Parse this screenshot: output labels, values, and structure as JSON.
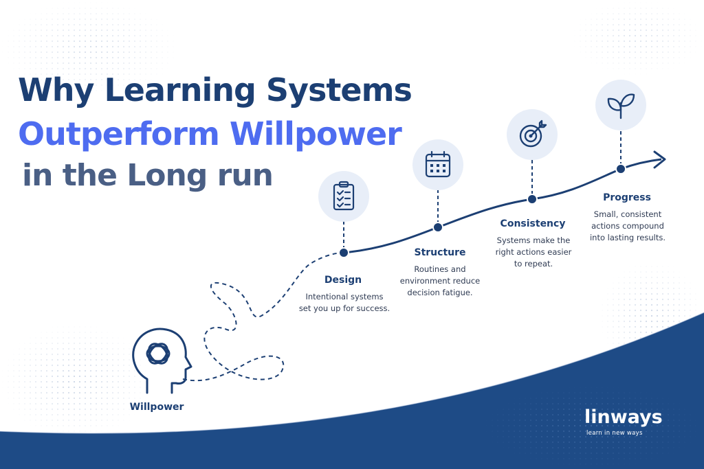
{
  "title": {
    "line1": "Why Learning Systems",
    "line2": "Outperform Willpower",
    "line3": "in the Long run"
  },
  "start": {
    "label": "Willpower",
    "icon": "brain-head-icon"
  },
  "steps": [
    {
      "title": "Design",
      "desc_line1": "Intentional systems",
      "desc_line2": "set you up for success.",
      "desc_line3": "",
      "icon": "clipboard-checklist-icon"
    },
    {
      "title": "Structure",
      "desc_line1": "Routines and",
      "desc_line2": "environment reduce",
      "desc_line3": "decision fatigue.",
      "icon": "calendar-icon"
    },
    {
      "title": "Consistency",
      "desc_line1": "Systems make the",
      "desc_line2": "right actions easier",
      "desc_line3": "to repeat.",
      "icon": "target-arrow-icon"
    },
    {
      "title": "Progress",
      "desc_line1": "Small, consistent",
      "desc_line2": "actions compound",
      "desc_line3": "into lasting results.",
      "icon": "sprout-icon"
    }
  ],
  "brand": {
    "name": "linways",
    "tagline": "learn in new ways"
  },
  "colors": {
    "navy": "#1c3f73",
    "accent_blue": "#4e6cf0",
    "slate": "#4a5f85",
    "icon_bg": "#e8eef8",
    "footer": "#1e4b86"
  }
}
